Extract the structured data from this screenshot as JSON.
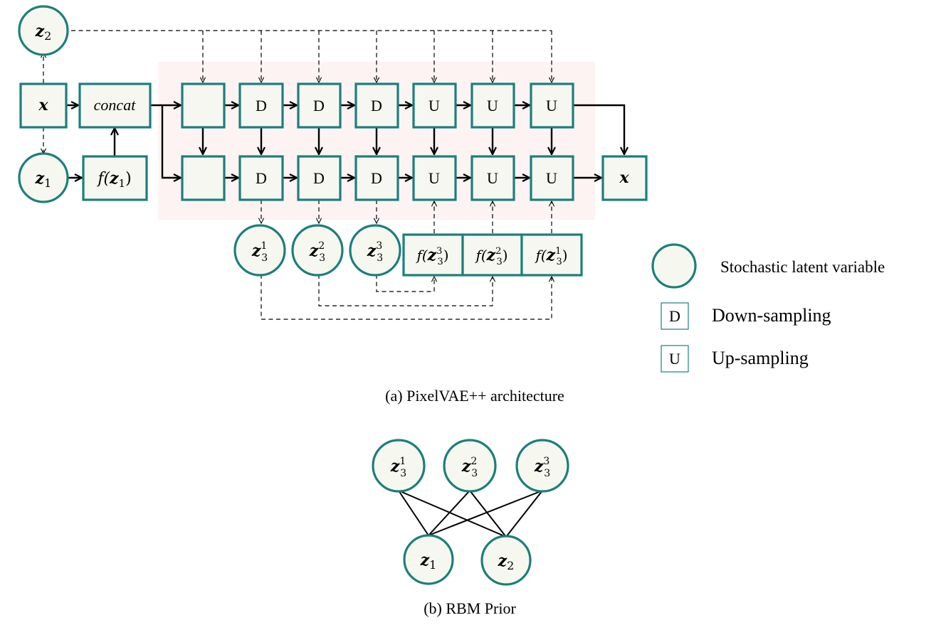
{
  "panel_a": {
    "caption": "(a) PixelVAE++ architecture",
    "nodes": {
      "z2": {
        "base": "z",
        "sub": "2"
      },
      "x_input": "x",
      "z1": {
        "base": "z",
        "sub": "1"
      },
      "concat": "concat",
      "f_z1": {
        "fn": "f(",
        "base": "z",
        "sub": "1",
        "close": ")"
      },
      "down": "D",
      "up": "U",
      "x_output": "x",
      "z3_latents": [
        {
          "base": "z",
          "sup": "1",
          "sub": "3"
        },
        {
          "base": "z",
          "sup": "2",
          "sub": "3"
        },
        {
          "base": "z",
          "sup": "3",
          "sub": "3"
        }
      ],
      "f_z3": [
        {
          "fn": "f(",
          "base": "z",
          "sup": "3",
          "sub": "3",
          "close": ")"
        },
        {
          "fn": "f(",
          "base": "z",
          "sup": "2",
          "sub": "3",
          "close": ")"
        },
        {
          "fn": "f(",
          "base": "z",
          "sup": "1",
          "sub": "3",
          "close": ")"
        }
      ]
    }
  },
  "legend": {
    "latent": "Stochastic latent variable",
    "down_symbol": "D",
    "down_label": "Down-sampling",
    "up_symbol": "U",
    "up_label": "Up-sampling"
  },
  "panel_b": {
    "caption": "(b) RBM Prior",
    "top_nodes": [
      {
        "base": "z",
        "sup": "1",
        "sub": "3"
      },
      {
        "base": "z",
        "sup": "2",
        "sub": "3"
      },
      {
        "base": "z",
        "sup": "3",
        "sub": "3"
      }
    ],
    "bottom_nodes": [
      {
        "base": "z",
        "sub": "1"
      },
      {
        "base": "z",
        "sub": "2"
      }
    ]
  },
  "colors": {
    "node_stroke": "#1b7f7c",
    "node_fill": "#f6f8ef",
    "background_band": "#fdf3f3"
  }
}
